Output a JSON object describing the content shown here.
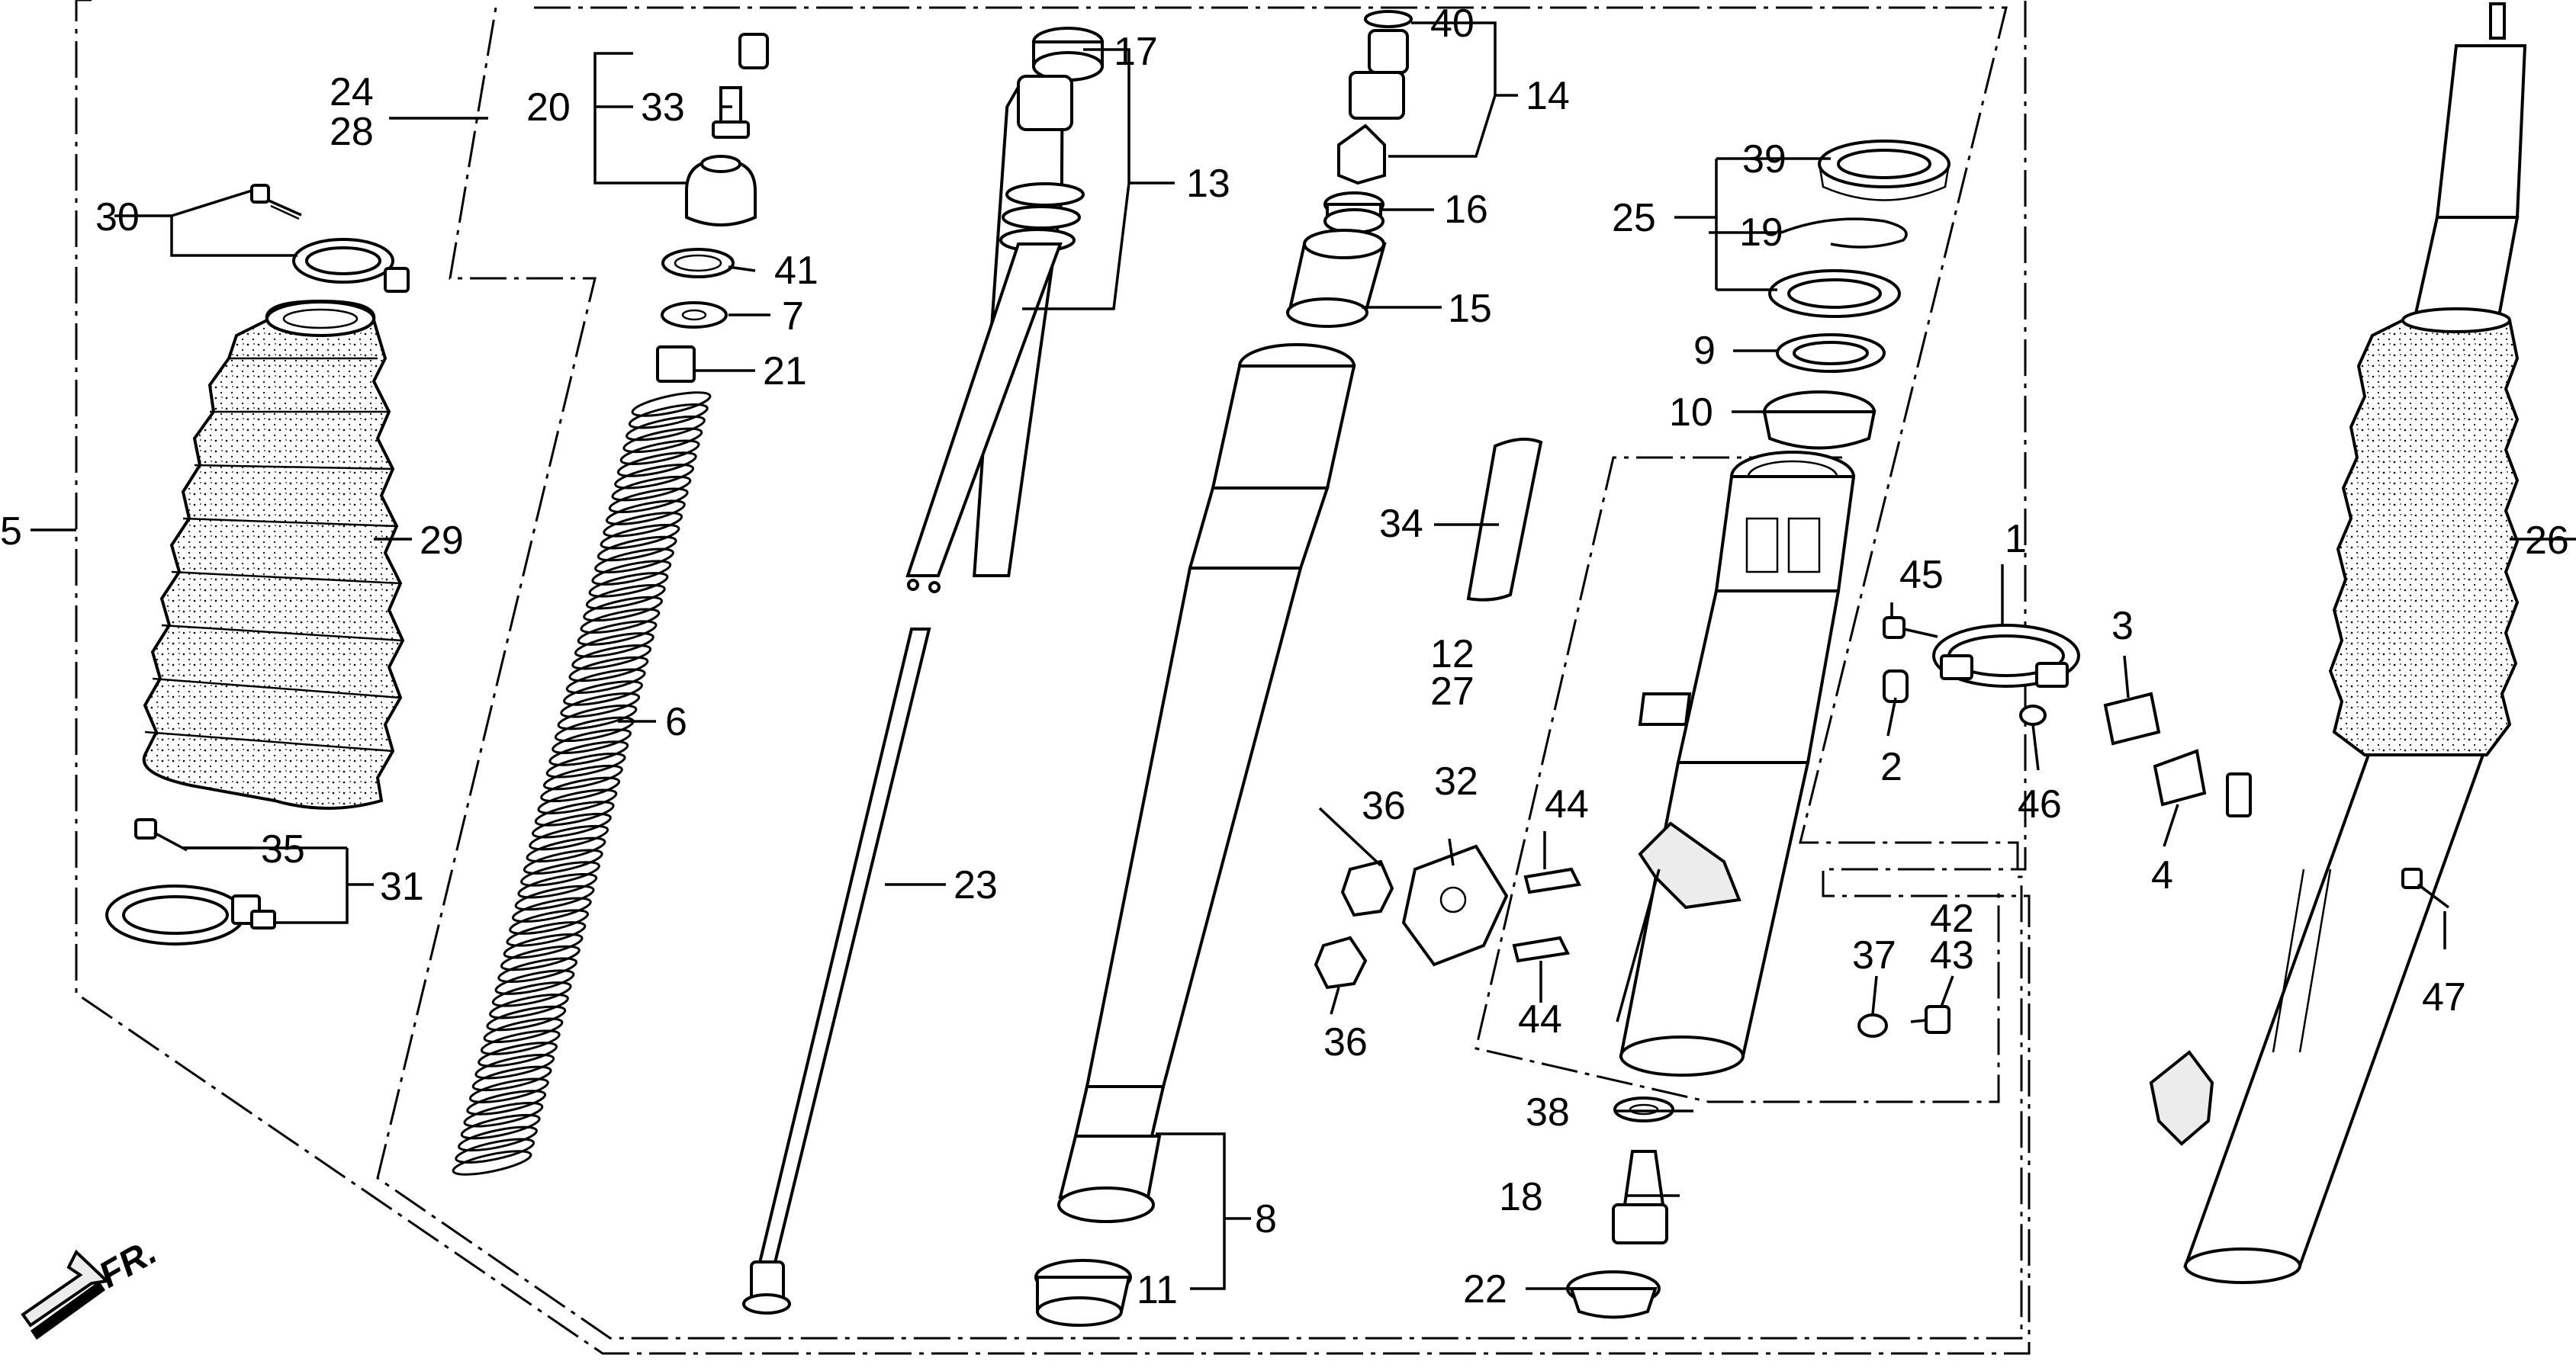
{
  "diagram": {
    "direction_label": "FR.",
    "callouts": [
      {
        "id": "1"
      },
      {
        "id": "2"
      },
      {
        "id": "3"
      },
      {
        "id": "4"
      },
      {
        "id": "5"
      },
      {
        "id": "6"
      },
      {
        "id": "7"
      },
      {
        "id": "8"
      },
      {
        "id": "9"
      },
      {
        "id": "10"
      },
      {
        "id": "11"
      },
      {
        "id": "12"
      },
      {
        "id": "13"
      },
      {
        "id": "14"
      },
      {
        "id": "15"
      },
      {
        "id": "16"
      },
      {
        "id": "17"
      },
      {
        "id": "18"
      },
      {
        "id": "19"
      },
      {
        "id": "20"
      },
      {
        "id": "21"
      },
      {
        "id": "22"
      },
      {
        "id": "23"
      },
      {
        "id": "24"
      },
      {
        "id": "25"
      },
      {
        "id": "26"
      },
      {
        "id": "27"
      },
      {
        "id": "28"
      },
      {
        "id": "29"
      },
      {
        "id": "30"
      },
      {
        "id": "31"
      },
      {
        "id": "32"
      },
      {
        "id": "33"
      },
      {
        "id": "34"
      },
      {
        "id": "35"
      },
      {
        "id": "36"
      },
      {
        "id": "36"
      },
      {
        "id": "37"
      },
      {
        "id": "38"
      },
      {
        "id": "39"
      },
      {
        "id": "40"
      },
      {
        "id": "41"
      },
      {
        "id": "42"
      },
      {
        "id": "43"
      },
      {
        "id": "44"
      },
      {
        "id": "44"
      },
      {
        "id": "45"
      },
      {
        "id": "46"
      },
      {
        "id": "47"
      }
    ]
  }
}
